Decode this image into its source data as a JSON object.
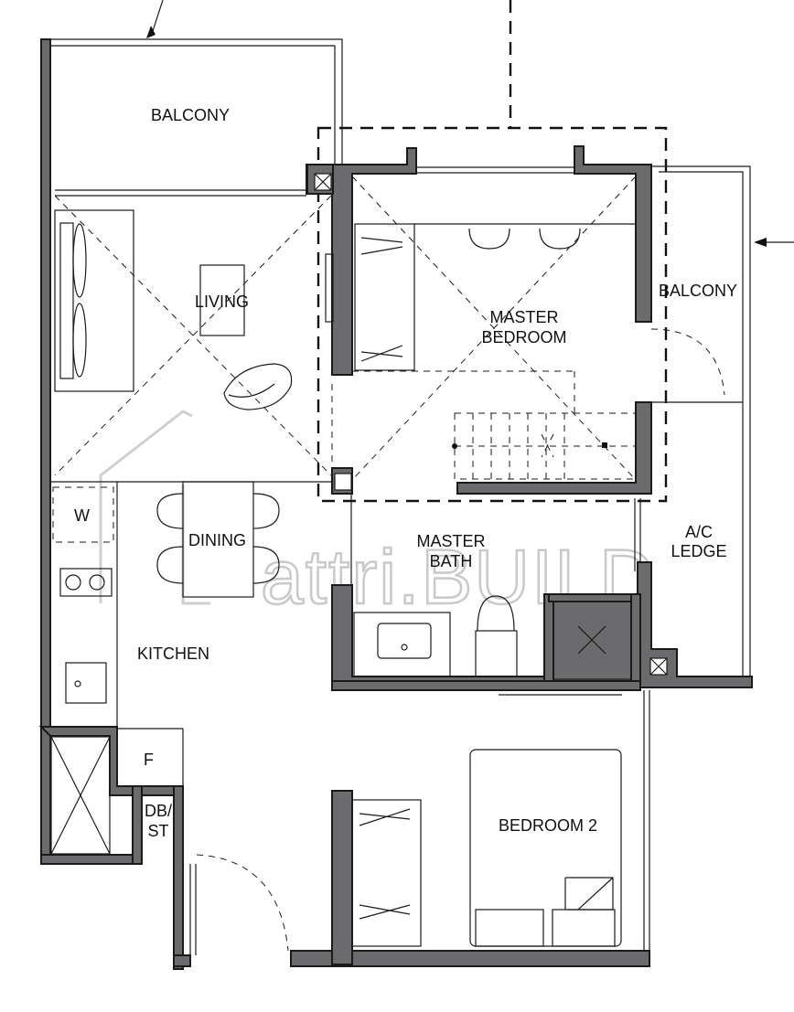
{
  "rooms": {
    "balcony_living": "BALCONY",
    "living": "LIVING",
    "master_bedroom_line1": "MASTER",
    "master_bedroom_line2": "BEDROOM",
    "balcony_master": "BALCONY",
    "dining": "DINING",
    "washer": "W",
    "master_bath_line1": "MASTER",
    "master_bath_line2": "BATH",
    "ac_ledge_line1": "A/C",
    "ac_ledge_line2": "LEDGE",
    "kitchen": "KITCHEN",
    "fridge": "F",
    "dbst_line1": "DB/",
    "dbst_line2": "ST",
    "bedroom2": "BEDROOM 2"
  },
  "watermark": "attri.BUILD",
  "colors": {
    "wall": "#6b6b6d",
    "line": "#1a1a1a",
    "watermark": "#c9c9c9"
  }
}
